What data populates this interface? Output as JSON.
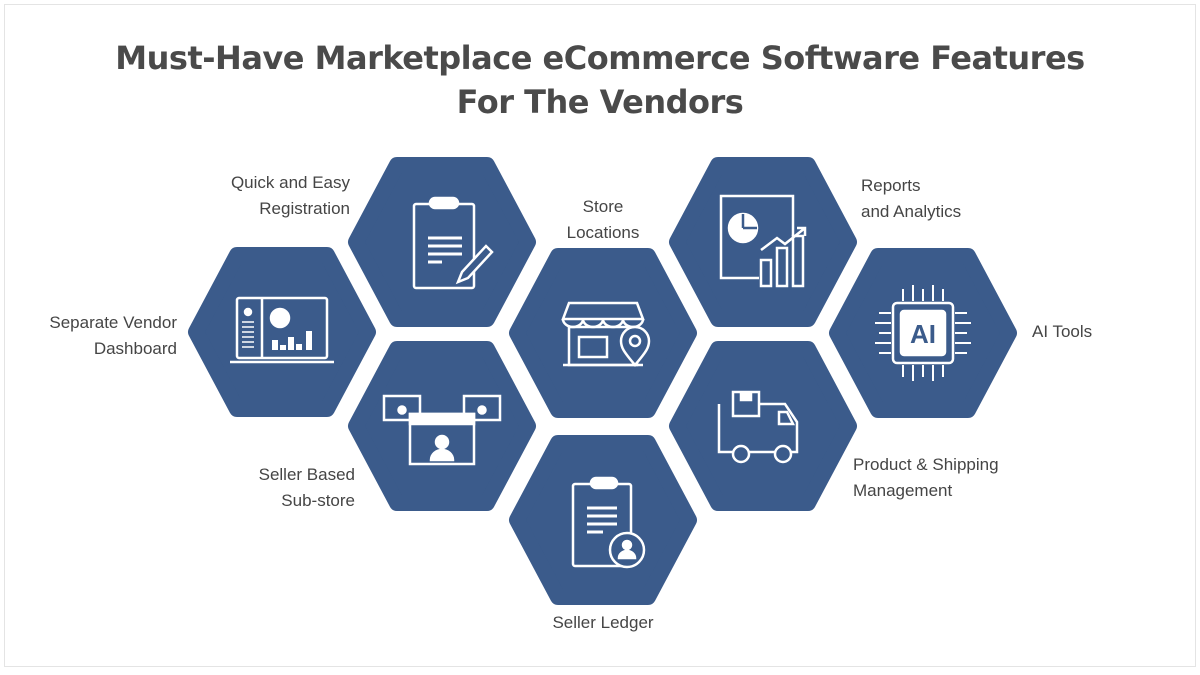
{
  "title_line1": "Must-Have Marketplace eCommerce Software Features",
  "title_line2": "For The Vendors",
  "colors": {
    "hexagon": "#3b5b8b",
    "icon": "#ffffff",
    "text": "#454545"
  },
  "features": [
    {
      "line1": "Separate Vendor",
      "line2": "Dashboard",
      "icon": "laptop-dashboard-icon"
    },
    {
      "line1": "Quick and Easy",
      "line2": "Registration",
      "icon": "clipboard-pencil-icon"
    },
    {
      "line1": "Seller Based",
      "line2": "Sub-store",
      "icon": "sub-stores-icon"
    },
    {
      "line1": "Store",
      "line2": "Locations",
      "icon": "store-location-icon"
    },
    {
      "line1": "Seller Ledger",
      "line2": "",
      "icon": "ledger-user-icon"
    },
    {
      "line1": "Reports",
      "line2": "and Analytics",
      "icon": "report-chart-icon"
    },
    {
      "line1": "Product & Shipping",
      "line2": "Management",
      "icon": "delivery-truck-icon"
    },
    {
      "line1": "AI Tools",
      "line2": "",
      "icon": "ai-chip-icon"
    }
  ]
}
